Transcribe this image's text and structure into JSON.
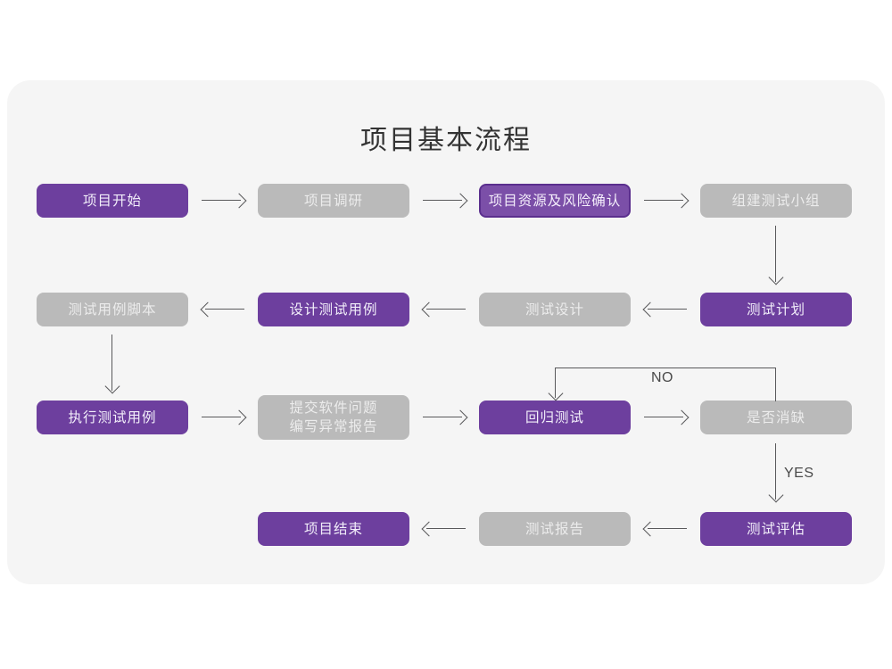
{
  "page": {
    "title": "项目基本流程",
    "background": "#ffffff",
    "panel_color": "#f5f5f5"
  },
  "colors": {
    "purple": "#6d3f9e",
    "purple_outline_fill": "#7b4fa8",
    "purple_outline_border": "#5b2f8e",
    "grey": "#bababa",
    "line": "#59595b",
    "title_text": "#333333"
  },
  "chart_data": {
    "type": "diagram",
    "title": "项目基本流程",
    "nodes": [
      {
        "id": "n1",
        "label": "项目开始",
        "style": "purple",
        "row": 1,
        "col": 1
      },
      {
        "id": "n2",
        "label": "项目调研",
        "style": "grey",
        "row": 1,
        "col": 2
      },
      {
        "id": "n3",
        "label": "项目资源及风险确认",
        "style": "purple-outline",
        "row": 1,
        "col": 3
      },
      {
        "id": "n4",
        "label": "组建测试小组",
        "style": "grey",
        "row": 1,
        "col": 4
      },
      {
        "id": "n5",
        "label": "测试用例脚本",
        "style": "grey",
        "row": 2,
        "col": 1
      },
      {
        "id": "n6",
        "label": "设计测试用例",
        "style": "purple",
        "row": 2,
        "col": 2
      },
      {
        "id": "n7",
        "label": "测试设计",
        "style": "grey",
        "row": 2,
        "col": 3
      },
      {
        "id": "n8",
        "label": "测试计划",
        "style": "purple",
        "row": 2,
        "col": 4
      },
      {
        "id": "n9",
        "label": "执行测试用例",
        "style": "purple",
        "row": 3,
        "col": 1
      },
      {
        "id": "n10",
        "label": "提交软件问题\n编写异常报告",
        "style": "grey",
        "row": 3,
        "col": 2
      },
      {
        "id": "n11",
        "label": "回归测试",
        "style": "purple",
        "row": 3,
        "col": 3
      },
      {
        "id": "n12",
        "label": "是否消缺",
        "style": "grey",
        "row": 3,
        "col": 4
      },
      {
        "id": "n13",
        "label": "项目结束",
        "style": "purple",
        "row": 4,
        "col": 2
      },
      {
        "id": "n14",
        "label": "测试报告",
        "style": "grey",
        "row": 4,
        "col": 3
      },
      {
        "id": "n15",
        "label": "测试评估",
        "style": "purple",
        "row": 4,
        "col": 4
      }
    ],
    "edges": [
      {
        "from": "n1",
        "to": "n2",
        "dir": "right",
        "label": ""
      },
      {
        "from": "n2",
        "to": "n3",
        "dir": "right",
        "label": ""
      },
      {
        "from": "n3",
        "to": "n4",
        "dir": "right",
        "label": ""
      },
      {
        "from": "n4",
        "to": "n8",
        "dir": "down",
        "label": ""
      },
      {
        "from": "n8",
        "to": "n7",
        "dir": "left",
        "label": ""
      },
      {
        "from": "n7",
        "to": "n6",
        "dir": "left",
        "label": ""
      },
      {
        "from": "n6",
        "to": "n5",
        "dir": "left",
        "label": ""
      },
      {
        "from": "n5",
        "to": "n9",
        "dir": "down",
        "label": ""
      },
      {
        "from": "n9",
        "to": "n10",
        "dir": "right",
        "label": ""
      },
      {
        "from": "n10",
        "to": "n11",
        "dir": "right",
        "label": ""
      },
      {
        "from": "n11",
        "to": "n12",
        "dir": "right",
        "label": ""
      },
      {
        "from": "n12",
        "to": "n11",
        "dir": "loop-up-left",
        "label": "NO"
      },
      {
        "from": "n12",
        "to": "n15",
        "dir": "down",
        "label": "YES"
      },
      {
        "from": "n15",
        "to": "n14",
        "dir": "left",
        "label": ""
      },
      {
        "from": "n14",
        "to": "n13",
        "dir": "left",
        "label": ""
      }
    ],
    "edge_labels": {
      "no": "NO",
      "yes": "YES"
    }
  }
}
